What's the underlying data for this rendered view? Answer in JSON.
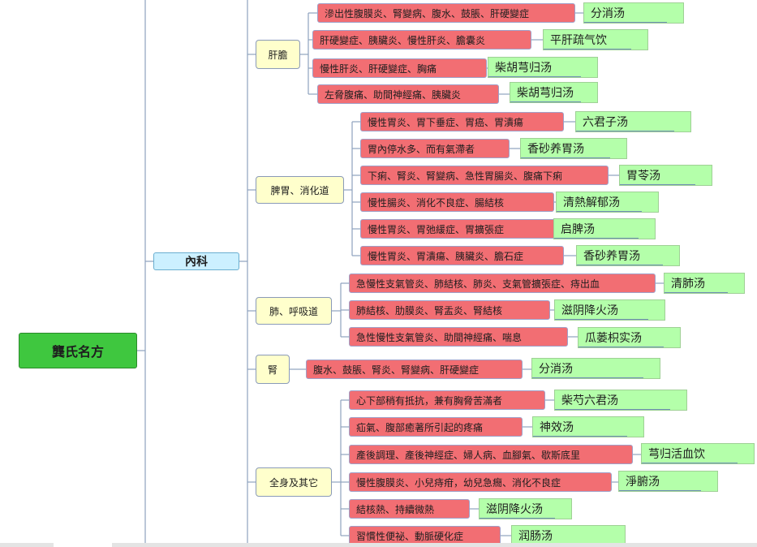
{
  "root": "龔氏名方",
  "category": "內科",
  "groups": [
    {
      "label": "肝膽",
      "items": [
        {
          "symptom": "滲出性腹膜炎、腎變病、腹水、鼓脹、肝硬變症",
          "remedy": "分消汤"
        },
        {
          "symptom": "肝硬變症、胰臟炎、慢性肝炎、膽囊炎",
          "remedy": "平肝疏气饮"
        },
        {
          "symptom": "慢性肝炎、肝硬變症、胸痛",
          "remedy": "柴胡芎归汤"
        },
        {
          "symptom": "左脅腹痛、助間神經痛、胰臟炎",
          "remedy": "柴胡芎归汤"
        }
      ]
    },
    {
      "label": "脾胃、消化道",
      "items": [
        {
          "symptom": "慢性胃炎、胃下垂症、胃癌、胃潰瘍",
          "remedy": "六君子汤"
        },
        {
          "symptom": "胃內停水多、而有氣滯者",
          "remedy": "香砂养胃汤"
        },
        {
          "symptom": "下痢、腎炎、腎變病、急性胃腸炎、腹痛下痢",
          "remedy": "胃苓汤"
        },
        {
          "symptom": "慢性腸炎、消化不良症、腸結核",
          "remedy": "清熱解郁汤"
        },
        {
          "symptom": "慢性胃炎、胃弛緩症、胃擴張症",
          "remedy": "启脾汤"
        },
        {
          "symptom": "慢性胃炎、胃潰瘍、胰臟炎、膽石症",
          "remedy": "香砂养胃汤"
        }
      ]
    },
    {
      "label": "肺、呼吸道",
      "items": [
        {
          "symptom": "急慢性支氣管炎、肺結核、肺炎、支氣管擴張症、痔出血",
          "remedy": "清肺汤"
        },
        {
          "symptom": "肺結核、肋膜炎、腎盂炎、腎結核",
          "remedy": "滋阴降火汤"
        },
        {
          "symptom": "急性慢性支氣管炎、助間神經痛、喘息",
          "remedy": "瓜蒌枳实汤"
        }
      ]
    },
    {
      "label": "腎",
      "items": [
        {
          "symptom": "腹水、鼓脹、腎炎、腎變病、肝硬變症",
          "remedy": "分消汤"
        }
      ]
    },
    {
      "label": "全身及其它",
      "items": [
        {
          "symptom": "心下部稍有抵抗，兼有胸脅苦滿者",
          "remedy": "柴芍六君汤"
        },
        {
          "symptom": "疝氣、腹部癒著所引起的疼痛",
          "remedy": "神效汤"
        },
        {
          "symptom": "產後調理、產後神經症、婦人病、血腳氣、歇斯底里",
          "remedy": "芎归活血饮"
        },
        {
          "symptom": "慢性腹膜炎、小兒痔疳，幼兒急癇、消化不良症",
          "remedy": "淨腑汤"
        },
        {
          "symptom": "結核熱、持續微熱",
          "remedy": "滋阴降火汤"
        },
        {
          "symptom": "習慣性便祕、動脈硬化症",
          "remedy": "润肠汤"
        }
      ]
    }
  ],
  "colors": {
    "root": "#3fc73f",
    "category": "#ccf0ff",
    "group": "#ffffcc",
    "symptom": "#f26e73",
    "remedy": "#b4ffaa",
    "line": "#8ea2bd"
  }
}
